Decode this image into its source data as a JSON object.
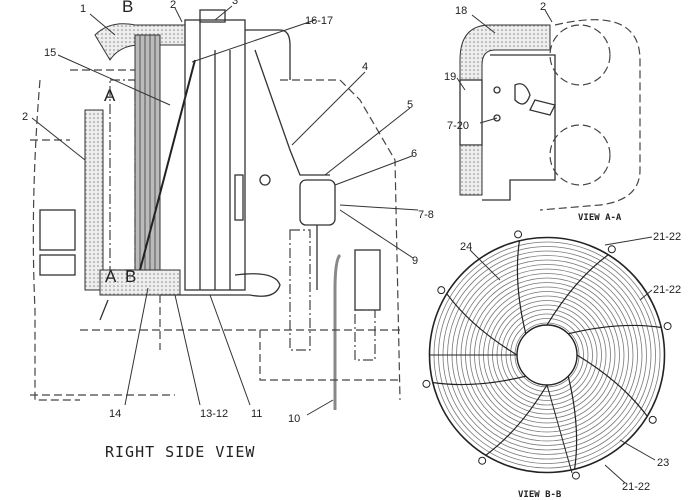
{
  "right_side_view": {
    "title": "RIGHT SIDE VIEW",
    "section_markers": [
      "A",
      "B",
      "A",
      "B"
    ],
    "callouts": [
      "1",
      "2",
      "3",
      "16-17",
      "15",
      "2",
      "4",
      "5",
      "6",
      "7-8",
      "9",
      "14",
      "13-12",
      "11",
      "10"
    ]
  },
  "view_a_a": {
    "title": "VIEW A-A",
    "callouts": [
      "18",
      "2",
      "19",
      "7-20"
    ]
  },
  "view_b_b": {
    "title": "VIEW B-B",
    "callouts": [
      "24",
      "21-22",
      "21-22",
      "23",
      "21-22"
    ]
  }
}
